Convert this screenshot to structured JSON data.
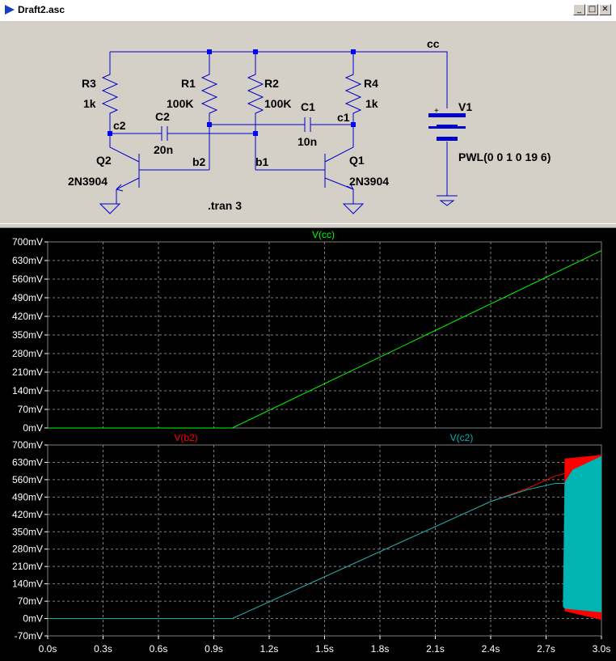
{
  "window": {
    "title": "Draft2.asc",
    "minimize_glyph": "_",
    "maximize_glyph": "□",
    "close_glyph": "✕"
  },
  "schematic": {
    "net_labels": {
      "cc": "cc",
      "c2": "c2",
      "b2": "b2",
      "b1": "b1",
      "c1": "c1"
    },
    "components": {
      "R3": {
        "name": "R3",
        "value": "1k"
      },
      "R1": {
        "name": "R1",
        "value": "100K"
      },
      "R2": {
        "name": "R2",
        "value": "100K"
      },
      "R4": {
        "name": "R4",
        "value": "1k"
      },
      "C2": {
        "name": "C2",
        "value": "20n"
      },
      "C1": {
        "name": "C1",
        "value": "10n"
      },
      "Q2": {
        "name": "Q2",
        "value": "2N3904"
      },
      "Q1": {
        "name": "Q1",
        "value": "2N3904"
      },
      "V1": {
        "name": "V1",
        "value": "PWL(0 0 1 0 19 6)"
      }
    },
    "directive": ".tran 3",
    "colors": {
      "wire": "#0000c8",
      "junction": "#0000ff",
      "text": "#000000",
      "background": "#d4d0c8"
    }
  },
  "waveform": {
    "background": "#000000",
    "grid_color": "#808080",
    "tick_color": "#ffffff",
    "panes": [
      {
        "traces": [
          {
            "name": "V(cc)",
            "color": "#00ff00"
          }
        ],
        "y_ticks": [
          "700mV",
          "630mV",
          "560mV",
          "490mV",
          "420mV",
          "350mV",
          "280mV",
          "210mV",
          "140mV",
          "70mV",
          "0mV"
        ]
      },
      {
        "traces": [
          {
            "name": "V(b2)",
            "color": "#ff0000"
          },
          {
            "name": "V(c2)",
            "color": "#00b4b4"
          }
        ],
        "y_ticks": [
          "700mV",
          "630mV",
          "560mV",
          "490mV",
          "420mV",
          "350mV",
          "280mV",
          "210mV",
          "140mV",
          "70mV",
          "0mV",
          "-70mV"
        ]
      }
    ],
    "x_ticks": [
      "0.0s",
      "0.3s",
      "0.6s",
      "0.9s",
      "1.2s",
      "1.5s",
      "1.8s",
      "2.1s",
      "2.4s",
      "2.7s",
      "3.0s"
    ]
  },
  "chart_data": [
    {
      "type": "line",
      "series": [
        {
          "name": "V(cc)",
          "x": [
            0.0,
            1.0,
            3.0
          ],
          "y": [
            0,
            0,
            0.667
          ]
        }
      ],
      "x_unit": "s",
      "y_unit": "V",
      "xlim": [
        0.0,
        3.0
      ],
      "ylim": [
        0.0,
        0.7
      ],
      "grid": true
    },
    {
      "type": "line",
      "series": [
        {
          "name": "V(b2)",
          "x": [
            0.0,
            1.0,
            2.4,
            2.6,
            2.75,
            2.8
          ],
          "y": [
            0,
            0,
            0.472,
            0.525,
            0.575,
            0.585
          ]
        },
        {
          "name": "V(c2)",
          "x": [
            0.0,
            1.0,
            2.4,
            2.6,
            2.75,
            2.8
          ],
          "y": [
            0,
            0,
            0.472,
            0.52,
            0.545,
            0.545
          ]
        }
      ],
      "oscillation_band": {
        "x_start": 2.8,
        "x_end": 3.0,
        "c2_min": 0.03,
        "c2_max": 0.655,
        "b2_min": -0.005,
        "b2_max": 0.66
      },
      "x_unit": "s",
      "y_unit": "V",
      "xlim": [
        0.0,
        3.0
      ],
      "ylim": [
        -0.07,
        0.7
      ],
      "grid": true
    }
  ]
}
